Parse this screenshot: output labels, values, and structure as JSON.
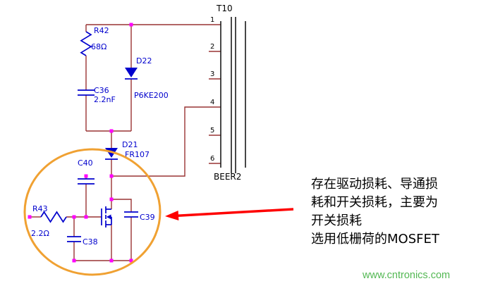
{
  "colors": {
    "wire": "#993333",
    "component": "#0000cd",
    "junction": "#ff00ff",
    "core": "#1a1a1a",
    "highlight": "#f0a132",
    "arrow": "#fe0000",
    "text": "#000000",
    "watermark_green": "#53b853",
    "bg": "#ffffff"
  },
  "transformer": {
    "name": "T10",
    "label_bottom": "BEER2",
    "pins": [
      "1",
      "2",
      "3",
      "4",
      "5",
      "6"
    ]
  },
  "components": {
    "r42": {
      "ref": "R42",
      "value": "68Ω"
    },
    "c36": {
      "ref": "C36",
      "value": "2.2nF"
    },
    "d22": {
      "ref": "D22",
      "value": "P6KE200"
    },
    "d21": {
      "ref": "D21",
      "value": "FR107"
    },
    "c40": {
      "ref": "C40"
    },
    "r43": {
      "ref": "R43",
      "value": "2.2Ω"
    },
    "c38": {
      "ref": "C38"
    },
    "c39": {
      "ref": "C39"
    }
  },
  "annotation": {
    "lines": [
      "存在驱动损耗、导通损",
      "耗和开关损耗，主要为",
      "开关损耗",
      "选用低栅荷的MOSFET"
    ]
  },
  "watermark": "www.cntronics.com"
}
